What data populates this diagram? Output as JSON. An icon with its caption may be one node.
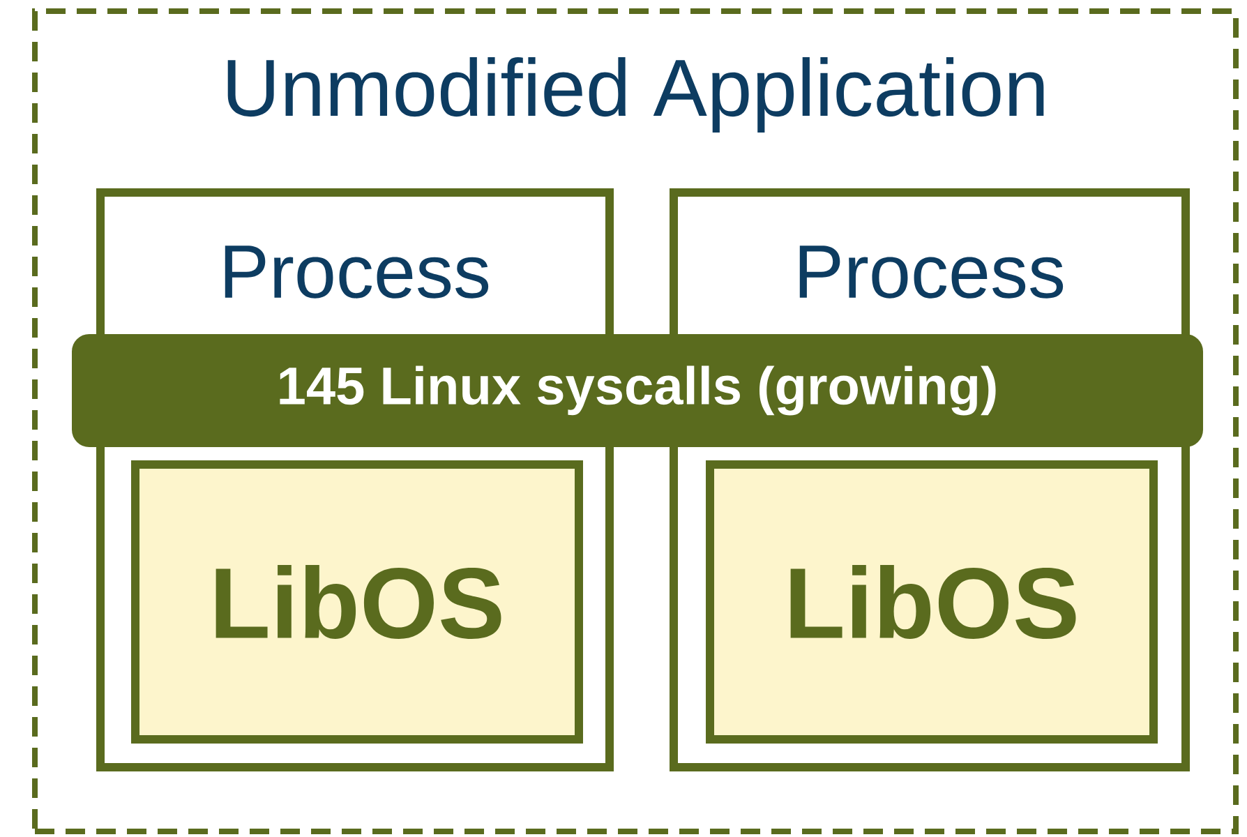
{
  "diagram": {
    "nodes": [
      {
        "text": [
          "Unmodified Application"
        ]
      },
      {
        "text": [
          "Process"
        ],
        "in": 0
      },
      {
        "text": [
          "Process"
        ],
        "in": 0
      },
      {
        "text": [
          "145 Linux syscalls (growing)"
        ],
        "in": 0
      },
      {
        "text": [
          "LibOS"
        ],
        "in": 1
      },
      {
        "text": [
          "LibOS"
        ],
        "in": 2
      }
    ]
  }
}
